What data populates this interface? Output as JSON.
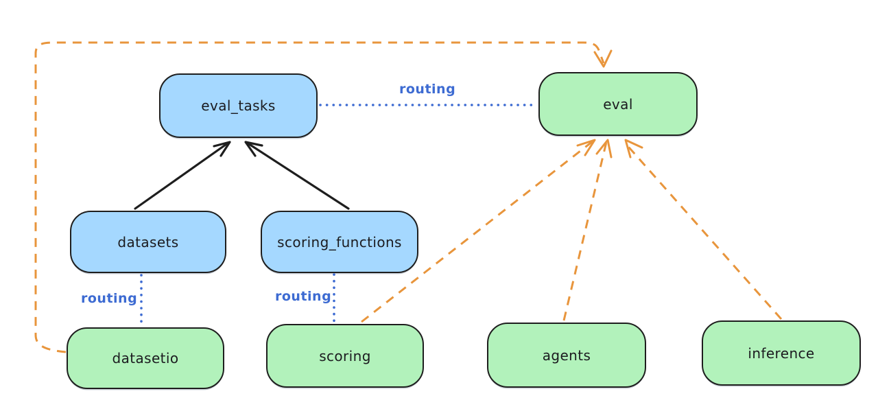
{
  "nodes": {
    "eval_tasks": {
      "label": "eval_tasks",
      "color": "blue"
    },
    "eval": {
      "label": "eval",
      "color": "green"
    },
    "datasets": {
      "label": "datasets",
      "color": "blue"
    },
    "scoring_functions": {
      "label": "scoring_functions",
      "color": "blue"
    },
    "datasetio": {
      "label": "datasetio",
      "color": "green"
    },
    "scoring": {
      "label": "scoring",
      "color": "green"
    },
    "agents": {
      "label": "agents",
      "color": "green"
    },
    "inference": {
      "label": "inference",
      "color": "green"
    }
  },
  "edge_labels": {
    "routing_top": "routing",
    "routing_datasets": "routing",
    "routing_scoring": "routing"
  },
  "edges": [
    {
      "from": "datasets",
      "to": "eval_tasks",
      "style": "solid-black-arrow"
    },
    {
      "from": "scoring_functions",
      "to": "eval_tasks",
      "style": "solid-black-arrow"
    },
    {
      "from": "eval_tasks",
      "to": "eval",
      "style": "dotted-blue",
      "label": "routing"
    },
    {
      "from": "datasets",
      "to": "datasetio",
      "style": "dotted-blue",
      "label": "routing"
    },
    {
      "from": "scoring_functions",
      "to": "scoring",
      "style": "dotted-blue",
      "label": "routing"
    },
    {
      "from": "datasetio",
      "to": "eval",
      "style": "dashed-orange-arrow"
    },
    {
      "from": "scoring",
      "to": "eval",
      "style": "dashed-orange-arrow"
    },
    {
      "from": "agents",
      "to": "eval",
      "style": "dashed-orange-arrow"
    },
    {
      "from": "inference",
      "to": "eval",
      "style": "dashed-orange-arrow"
    }
  ],
  "colors": {
    "blue_fill": "#a5d8ff",
    "green_fill": "#b2f2bb",
    "stroke": "#1e1e1e",
    "routing_blue": "#3d6bd2",
    "orange": "#e8953c",
    "background": "#ffffff"
  }
}
